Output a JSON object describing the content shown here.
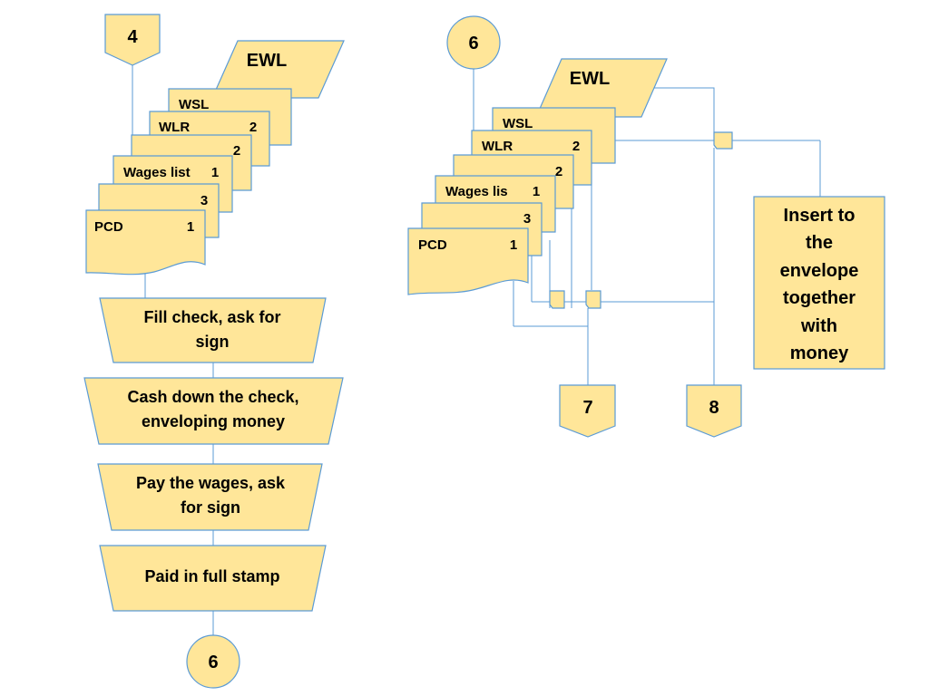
{
  "left": {
    "start_connector": "4",
    "ewl_label": "EWL",
    "docs": [
      {
        "label": "WSL",
        "number": ""
      },
      {
        "label": "WLR",
        "number": "2"
      },
      {
        "label": "",
        "number": "2"
      },
      {
        "label": "Wages list",
        "number": "1"
      },
      {
        "label": "",
        "number": "3"
      },
      {
        "label": "PCD",
        "number": "1"
      }
    ],
    "steps": [
      {
        "line1": "Fill check, ask for",
        "line2": "sign"
      },
      {
        "line1": "Cash down the check,",
        "line2": "enveloping money"
      },
      {
        "line1": "Pay the wages, ask",
        "line2": "for sign"
      },
      {
        "line1": "Paid in full stamp",
        "line2": ""
      }
    ],
    "end_connector": "6"
  },
  "right": {
    "start_connector": "6",
    "ewl_label": "EWL",
    "docs": [
      {
        "label": "WSL",
        "number": ""
      },
      {
        "label": "WLR",
        "number": "2"
      },
      {
        "label": "",
        "number": "2"
      },
      {
        "label": "Wages lis",
        "number": "1"
      },
      {
        "label": "",
        "number": "3"
      },
      {
        "label": "PCD",
        "number": "1"
      }
    ],
    "insert_box": [
      "Insert to",
      "the",
      "envelope",
      "together",
      "with",
      "money"
    ],
    "connector_7": "7",
    "connector_8": "8"
  },
  "colors": {
    "fill": "#FFE699",
    "stroke": "#5B9BD5"
  }
}
